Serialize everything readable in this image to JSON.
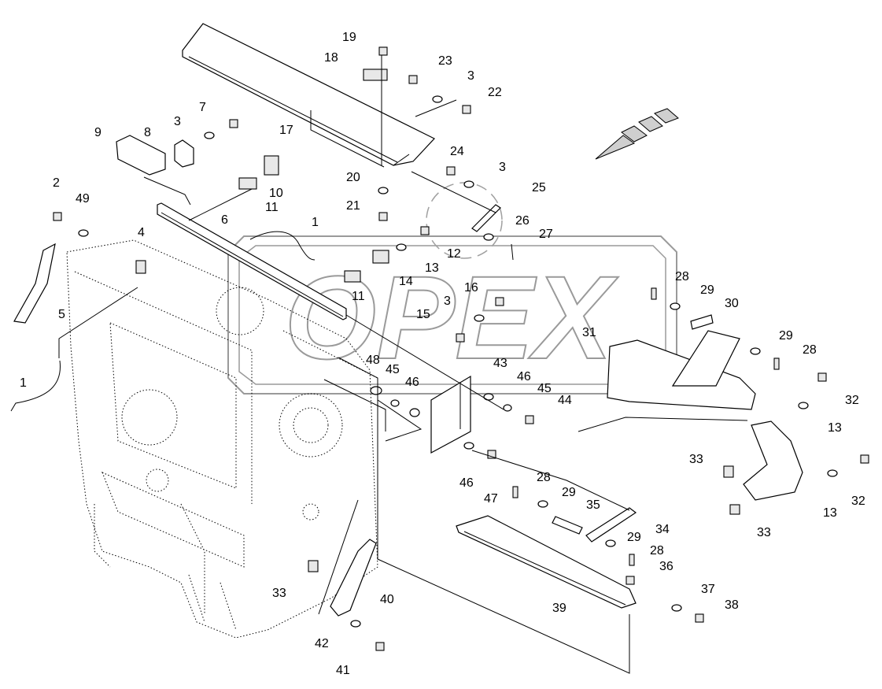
{
  "watermark": {
    "text": "OPEX",
    "color": "#888888"
  },
  "direction_arrow": {
    "icon": "travel-direction-arrow-icon"
  },
  "callouts": [
    {
      "id": "c19",
      "text": "19"
    },
    {
      "id": "c18",
      "text": "18"
    },
    {
      "id": "c23",
      "text": "23"
    },
    {
      "id": "c3a",
      "text": "3"
    },
    {
      "id": "c22",
      "text": "22"
    },
    {
      "id": "c7",
      "text": "7"
    },
    {
      "id": "c3b",
      "text": "3"
    },
    {
      "id": "c9",
      "text": "9"
    },
    {
      "id": "c8",
      "text": "8"
    },
    {
      "id": "c17",
      "text": "17"
    },
    {
      "id": "c24",
      "text": "24"
    },
    {
      "id": "c3c",
      "text": "3"
    },
    {
      "id": "c20",
      "text": "20"
    },
    {
      "id": "c25",
      "text": "25"
    },
    {
      "id": "c10",
      "text": "10"
    },
    {
      "id": "c2",
      "text": "2"
    },
    {
      "id": "c49",
      "text": "49"
    },
    {
      "id": "c21",
      "text": "21"
    },
    {
      "id": "c11a",
      "text": "11"
    },
    {
      "id": "c6",
      "text": "6"
    },
    {
      "id": "c26",
      "text": "26"
    },
    {
      "id": "c1a",
      "text": "1"
    },
    {
      "id": "c27",
      "text": "27"
    },
    {
      "id": "c4",
      "text": "4"
    },
    {
      "id": "c12",
      "text": "12"
    },
    {
      "id": "c13a",
      "text": "13"
    },
    {
      "id": "c14",
      "text": "14"
    },
    {
      "id": "c28a",
      "text": "28"
    },
    {
      "id": "c16",
      "text": "16"
    },
    {
      "id": "c29a",
      "text": "29"
    },
    {
      "id": "c11b",
      "text": "11"
    },
    {
      "id": "c3d",
      "text": "3"
    },
    {
      "id": "c30",
      "text": "30"
    },
    {
      "id": "c5",
      "text": "5"
    },
    {
      "id": "c15",
      "text": "15"
    },
    {
      "id": "c31",
      "text": "31"
    },
    {
      "id": "c29b",
      "text": "29"
    },
    {
      "id": "c28b",
      "text": "28"
    },
    {
      "id": "c48",
      "text": "48"
    },
    {
      "id": "c45a",
      "text": "45"
    },
    {
      "id": "c43",
      "text": "43"
    },
    {
      "id": "c46a",
      "text": "46"
    },
    {
      "id": "c46b",
      "text": "46"
    },
    {
      "id": "c1b",
      "text": "1"
    },
    {
      "id": "c45b",
      "text": "45"
    },
    {
      "id": "c32a",
      "text": "32"
    },
    {
      "id": "c44",
      "text": "44"
    },
    {
      "id": "c13b",
      "text": "13"
    },
    {
      "id": "c33a",
      "text": "33"
    },
    {
      "id": "c46c",
      "text": "46"
    },
    {
      "id": "c47",
      "text": "47"
    },
    {
      "id": "c28c",
      "text": "28"
    },
    {
      "id": "c29c",
      "text": "29"
    },
    {
      "id": "c13c",
      "text": "13"
    },
    {
      "id": "c32b",
      "text": "32"
    },
    {
      "id": "c35",
      "text": "35"
    },
    {
      "id": "c34",
      "text": "34"
    },
    {
      "id": "c33b",
      "text": "33"
    },
    {
      "id": "c29d",
      "text": "29"
    },
    {
      "id": "c28d",
      "text": "28"
    },
    {
      "id": "c36",
      "text": "36"
    },
    {
      "id": "c33c",
      "text": "33"
    },
    {
      "id": "c40",
      "text": "40"
    },
    {
      "id": "c37",
      "text": "37"
    },
    {
      "id": "c39",
      "text": "39"
    },
    {
      "id": "c38",
      "text": "38"
    },
    {
      "id": "c42",
      "text": "42"
    },
    {
      "id": "c41",
      "text": "41"
    }
  ]
}
